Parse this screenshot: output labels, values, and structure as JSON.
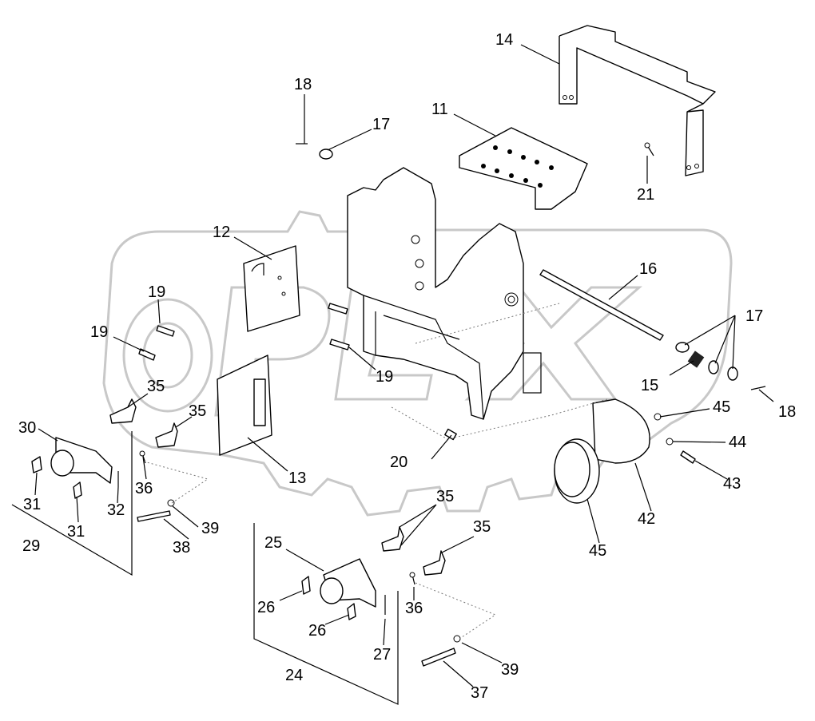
{
  "diagram": {
    "watermark": "OPEX",
    "callouts": [
      {
        "id": "c14",
        "text": "14"
      },
      {
        "id": "c18a",
        "text": "18"
      },
      {
        "id": "c17a",
        "text": "17"
      },
      {
        "id": "c11",
        "text": "11"
      },
      {
        "id": "c21",
        "text": "21"
      },
      {
        "id": "c12",
        "text": "12"
      },
      {
        "id": "c16",
        "text": "16"
      },
      {
        "id": "c17b",
        "text": "17"
      },
      {
        "id": "c19a",
        "text": "19"
      },
      {
        "id": "c19b",
        "text": "19"
      },
      {
        "id": "c19c",
        "text": "19"
      },
      {
        "id": "c15",
        "text": "15"
      },
      {
        "id": "c35a",
        "text": "35"
      },
      {
        "id": "c35b",
        "text": "35"
      },
      {
        "id": "c45a",
        "text": "45"
      },
      {
        "id": "c18b",
        "text": "18"
      },
      {
        "id": "c30",
        "text": "30"
      },
      {
        "id": "c44",
        "text": "44"
      },
      {
        "id": "c20",
        "text": "20"
      },
      {
        "id": "c36a",
        "text": "36"
      },
      {
        "id": "c13",
        "text": "13"
      },
      {
        "id": "c43",
        "text": "43"
      },
      {
        "id": "c31a",
        "text": "31"
      },
      {
        "id": "c32",
        "text": "32"
      },
      {
        "id": "c35c",
        "text": "35"
      },
      {
        "id": "c39a",
        "text": "39"
      },
      {
        "id": "c42",
        "text": "42"
      },
      {
        "id": "c31b",
        "text": "31"
      },
      {
        "id": "c35d",
        "text": "35"
      },
      {
        "id": "c29",
        "text": "29"
      },
      {
        "id": "c38",
        "text": "38"
      },
      {
        "id": "c25",
        "text": "25"
      },
      {
        "id": "c45b",
        "text": "45"
      },
      {
        "id": "c36b",
        "text": "36"
      },
      {
        "id": "c26a",
        "text": "26"
      },
      {
        "id": "c26b",
        "text": "26"
      },
      {
        "id": "c27",
        "text": "27"
      },
      {
        "id": "c39b",
        "text": "39"
      },
      {
        "id": "c24",
        "text": "24"
      },
      {
        "id": "c37",
        "text": "37"
      }
    ]
  }
}
